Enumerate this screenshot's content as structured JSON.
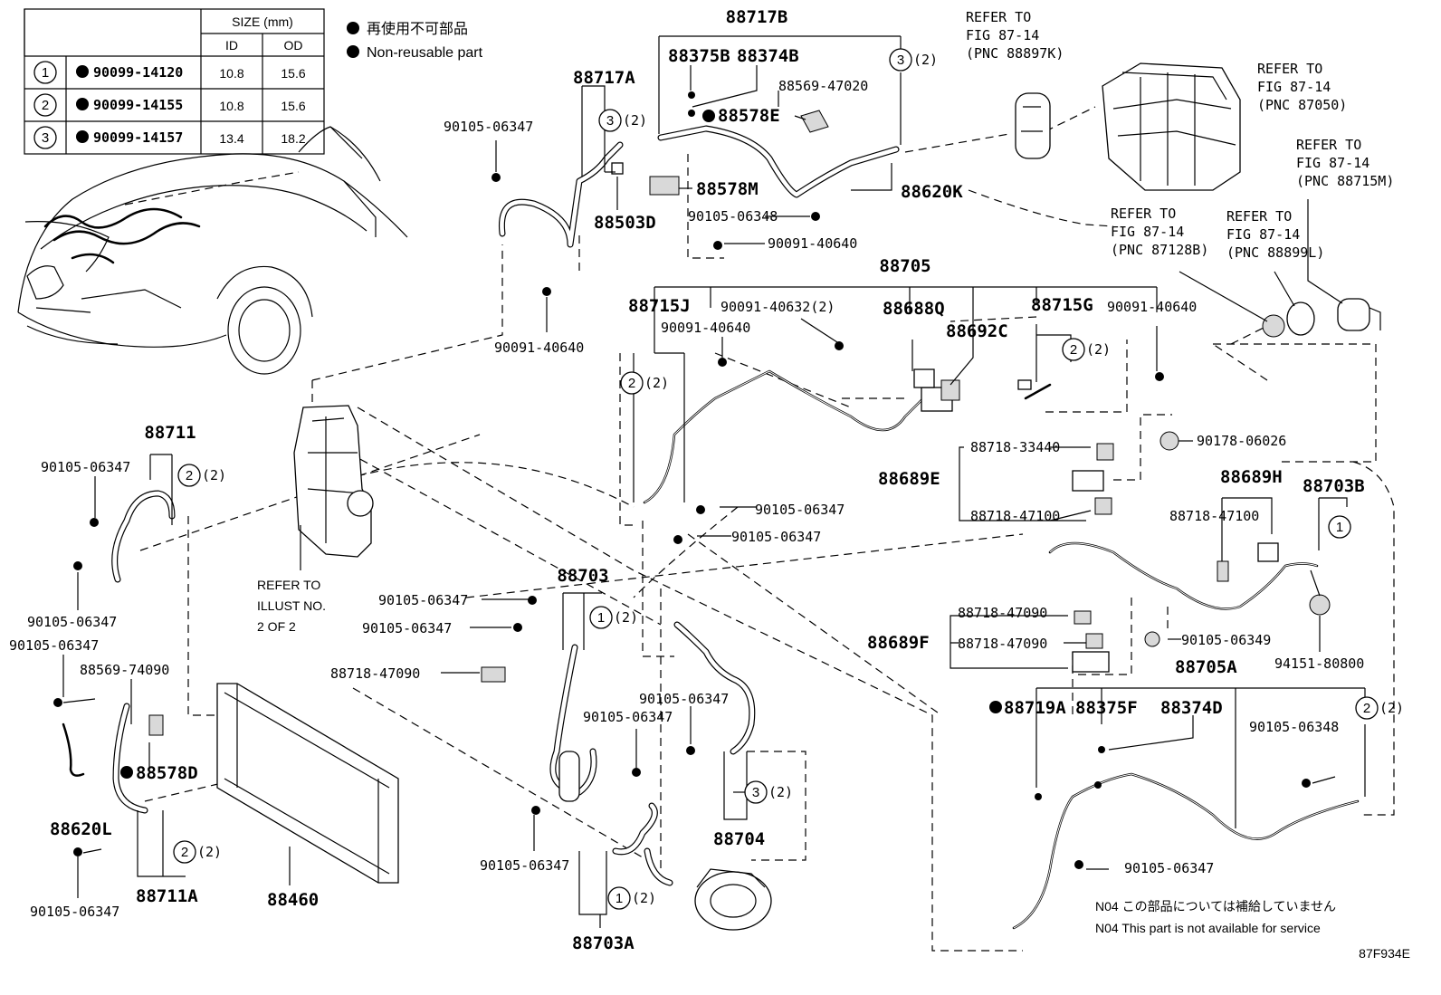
{
  "table": {
    "header_size": "SIZE (mm)",
    "header_id": "ID",
    "header_od": "OD",
    "rows": [
      {
        "no": "1",
        "pn": "90099-14120",
        "id": "10.8",
        "od": "15.6"
      },
      {
        "no": "2",
        "pn": "90099-14155",
        "id": "10.8",
        "od": "15.6"
      },
      {
        "no": "3",
        "pn": "90099-14157",
        "id": "13.4",
        "od": "18.2"
      }
    ]
  },
  "legend": {
    "jp": "再使用不可部品",
    "en": "Non-reusable part"
  },
  "labels": {
    "p88717B": "88717B",
    "p88375B": "88375B",
    "p88374B": "88374B",
    "q3a": "(2)",
    "p88569_47020": "88569-47020",
    "p88578E": "88578E",
    "p88717A": "88717A",
    "q3b": "(2)",
    "p90105_06347_a": "90105-06347",
    "p88578M": "88578M",
    "p88503D": "88503D",
    "p88620K": "88620K",
    "p90105_06348_a": "90105-06348",
    "p90091_40640_a": "90091-40640",
    "p90091_40640_b": "90091-40640",
    "ref1_l1": "REFER TO",
    "ref1_l2": "FIG 87-14",
    "ref1_l3": "(PNC 88897K)",
    "ref2_l1": "REFER TO",
    "ref2_l2": "FIG 87-14",
    "ref2_l3": "(PNC 87050)",
    "ref3_l1": "REFER TO",
    "ref3_l2": "FIG 87-14",
    "ref3_l3": "(PNC 88715M)",
    "ref4_l1": "REFER TO",
    "ref4_l2": "FIG 87-14",
    "ref4_l3": "(PNC 87128B)",
    "ref5_l1": "REFER TO",
    "ref5_l2": "FIG 87-14",
    "ref5_l3": "(PNC 88899L)",
    "p88705": "88705",
    "p88715J": "88715J",
    "p90091_40632": "90091-40632(2)",
    "p88688Q": "88688Q",
    "p88715G": "88715G",
    "p90091_40640_c": "90091-40640",
    "p90091_40640_d": "90091-40640",
    "p88692C": "88692C",
    "q2a": "(2)",
    "q2b": "(2)",
    "p88711": "88711",
    "p90105_06347_b": "90105-06347",
    "q2c": "(2)",
    "p90105_06347_c": "90105-06347",
    "p90105_06347_d": "90105-06347",
    "p88569_74090": "88569-74090",
    "p88578D": "88578D",
    "p88620L": "88620L",
    "p90105_06347_e": "90105-06347",
    "p88711A": "88711A",
    "q2d": "(2)",
    "p88460": "88460",
    "ref6_l1": "REFER TO",
    "ref6_l2": "ILLUST NO.",
    "ref6_l3": "2 OF 2",
    "p90105_06347_f": "90105-06347",
    "p90105_06347_g": "90105-06347",
    "p88703": "88703",
    "p90105_06347_h": "90105-06347",
    "p90105_06347_i": "90105-06347",
    "q1a": "(2)",
    "p88718_47090_a": "88718-47090",
    "p90105_06347_j": "90105-06347",
    "p90105_06347_k": "90105-06347",
    "q3c": "(2)",
    "p88704": "88704",
    "p90105_06347_l": "90105-06347",
    "q1b": "(2)",
    "p88703A": "88703A",
    "p90178_06026": "90178-06026",
    "p88718_33440": "88718-33440",
    "p88689E": "88689E",
    "p88718_47100_a": "88718-47100",
    "p88689H": "88689H",
    "p88718_47100_b": "88718-47100",
    "p88703B": "88703B",
    "p88718_47090_b": "88718-47090",
    "p88689F": "88689F",
    "p88718_47090_c": "88718-47090",
    "p90105_06349": "90105-06349",
    "p94151_80800": "94151-80800",
    "p88705A": "88705A",
    "p88719A": "88719A",
    "p88375F": "88375F",
    "p88374D": "88374D",
    "q2e": "(2)",
    "p90105_06348_b": "90105-06348",
    "p90105_06347_m": "90105-06347",
    "note_jp": "N04 この部品については補給していません",
    "note_en": "N04 This part is not available for service",
    "fig_code": "87F934E"
  }
}
